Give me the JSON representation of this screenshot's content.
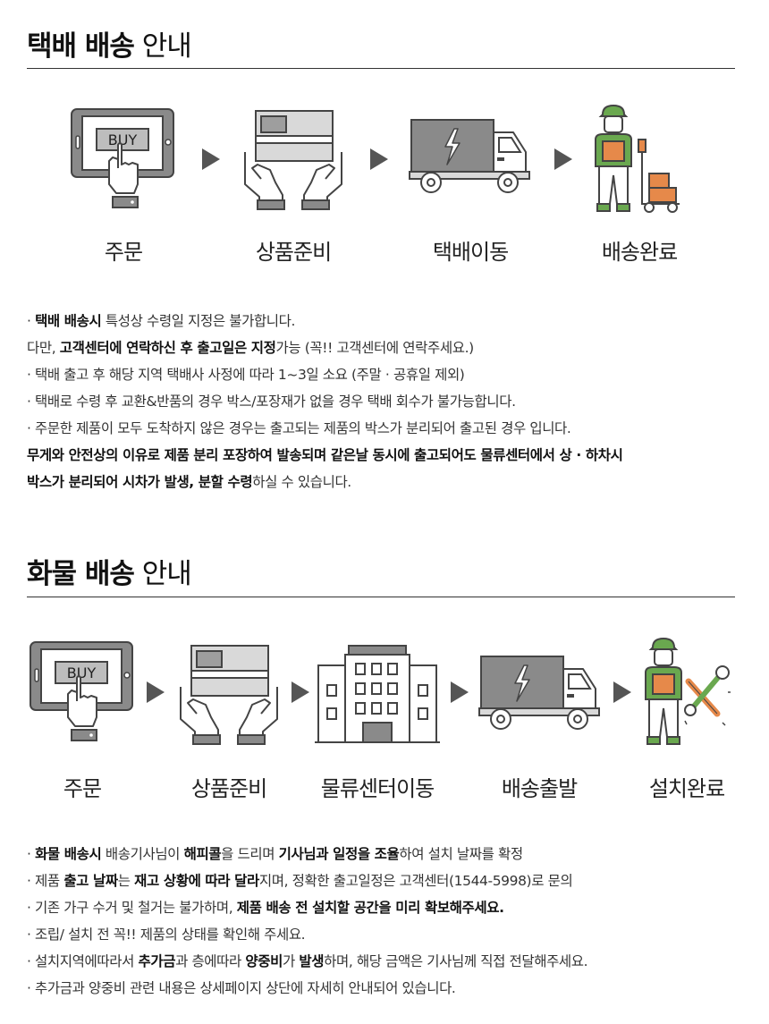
{
  "parcel": {
    "title_bold": "택배 배송",
    "title_light": " 안내",
    "steps": [
      "주문",
      "상품준비",
      "택배이동",
      "배송완료"
    ],
    "buy_text": "BUY",
    "notes": [
      [
        {
          "t": "· "
        },
        {
          "t": "택배 배송시",
          "b": true
        },
        {
          "t": " 특성상 수령일 지정은 불가합니다."
        }
      ],
      [
        {
          "t": "다만, "
        },
        {
          "t": "고객센터에 연락하신 후 출고일은 지정",
          "b": true
        },
        {
          "t": "가능 (꼭!! 고객센터에 연락주세요.)"
        }
      ],
      [
        {
          "t": " · 택배 출고 후 해당 지역 택배사 사정에 따라 1~3일 소요 (주말 · 공휴일 제외)"
        }
      ],
      [
        {
          "t": " · 택배로 수령 후 교환&반품의 경우 박스/포장재가 없을 경우 택배 회수가 불가능합니다."
        }
      ],
      [
        {
          "t": " · 주문한 제품이 모두 도착하지 않은 경우는 출고되는 제품의 박스가 분리되어 출고된 경우 입니다."
        }
      ],
      [
        {
          "t": "무게와 안전상의 이유로 제품 분리 포장하여 발송되며 같은날 동시에 출고되어도 물류센터에서 상 · 하차시",
          "b": true
        }
      ],
      [
        {
          "t": "박스가 분리되어 시차가 발생, 분할 수령",
          "b": true
        },
        {
          "t": "하실 수 있습니다."
        }
      ]
    ]
  },
  "freight": {
    "title_bold": "화물 배송",
    "title_light": " 안내",
    "steps": [
      "주문",
      "상품준비",
      "물류센터이동",
      "배송출발",
      "설치완료"
    ],
    "buy_text": "BUY",
    "notes": [
      [
        {
          "t": "· "
        },
        {
          "t": "화물 배송시",
          "b": true
        },
        {
          "t": " 배송기사님이 "
        },
        {
          "t": "해피콜",
          "b": true
        },
        {
          "t": "을 드리며 "
        },
        {
          "t": "기사님과 일정을 조율",
          "b": true
        },
        {
          "t": "하여 설치 날짜를 확정"
        }
      ],
      [
        {
          "t": "· 제품 "
        },
        {
          "t": "출고 날짜",
          "b": true
        },
        {
          "t": "는 "
        },
        {
          "t": "재고 상황에 따라 달라",
          "b": true
        },
        {
          "t": "지며, 정확한 출고일정은 고객센터(1544-5998)로 문의"
        }
      ],
      [
        {
          "t": "· 기존 가구 수거 및 철거는 불가하며, "
        },
        {
          "t": "제품 배송 전 설치할 공간을 미리 확보해주세요.",
          "b": true
        }
      ],
      [
        {
          "t": "· 조립/ 설치 전 꼭!! 제품의 상태를 확인해 주세요."
        }
      ],
      [
        {
          "t": "· 설치지역에따라서 "
        },
        {
          "t": "추가금",
          "b": true
        },
        {
          "t": "과 층에따라 "
        },
        {
          "t": "양중비",
          "b": true
        },
        {
          "t": "가 "
        },
        {
          "t": "발생",
          "b": true
        },
        {
          "t": "하며, 해당 금액은 기사님께 직접 전달해주세요."
        }
      ],
      [
        {
          "t": "· 추가금과 양중비 관련 내용은 상세페이지 상단에 자세히 안내되어 있습니다."
        }
      ]
    ]
  },
  "colors": {
    "icon_stroke": "#555555",
    "icon_gray": "#8a8a8a",
    "icon_light": "#d0d0d0",
    "green": "#6aa84f",
    "orange": "#e6894a",
    "rule": "#333333"
  }
}
